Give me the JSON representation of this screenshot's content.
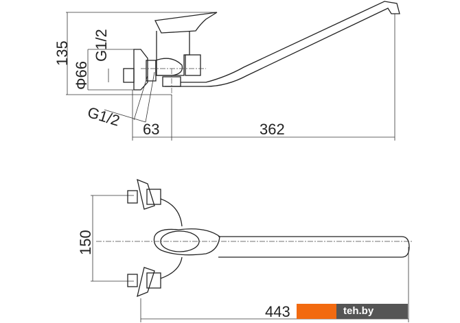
{
  "top_view": {
    "height_dim": "135",
    "diameter_dim": "Φ66",
    "thread_top": "G1/2",
    "thread_bottom": "G1/2",
    "offset_dim": "63",
    "spout_reach_dim": "362"
  },
  "bottom_view": {
    "inlet_spacing_dim": "150",
    "total_length_dim": "443"
  },
  "watermark": {
    "text": "teh.by",
    "accent_color": "#f26a10",
    "bg_color": "#555555"
  }
}
